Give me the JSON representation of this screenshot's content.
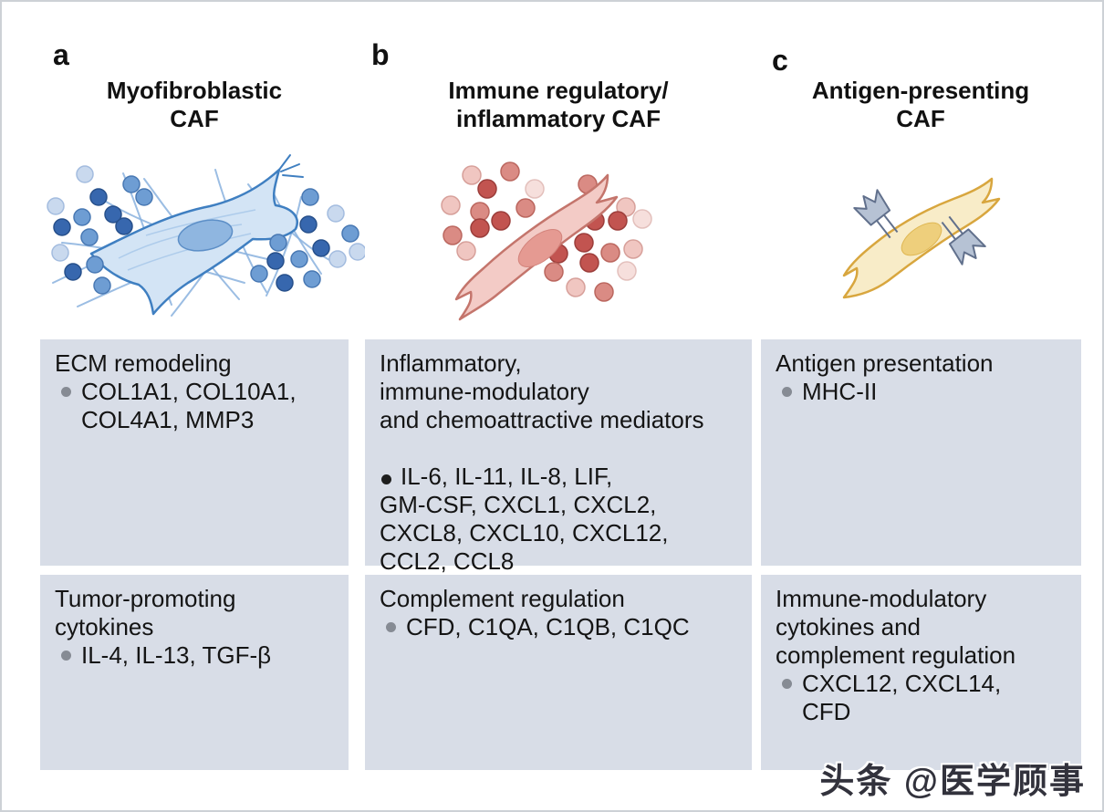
{
  "figure": {
    "panels": [
      {
        "letter": "a",
        "title": "Myofibroblastic\nCAF",
        "boxes": [
          {
            "heading": "ECM remodeling",
            "bullet": "COL1A1, COL10A1,\nCOL4A1, MMP3"
          },
          {
            "heading": "Tumor-promoting\ncytokines",
            "bullet": "IL-4, IL-13, TGF-β"
          }
        ]
      },
      {
        "letter": "b",
        "title": "Immune regulatory/\ninflammatory CAF",
        "boxes": [
          {
            "heading": "Inflammatory,\nimmune-modulatory\nand chemoattractive mediators",
            "bullet": "IL-6, IL-11, IL-8, LIF,\nGM-CSF, CXCL1, CXCL2,\nCXCL8, CXCL10, CXCL12,\nCCL2, CCL8"
          },
          {
            "heading": "Complement regulation",
            "bullet": "CFD, C1QA, C1QB, C1QC"
          }
        ]
      },
      {
        "letter": "c",
        "title": "Antigen-presenting\nCAF",
        "boxes": [
          {
            "heading": "Antigen presentation",
            "bullet": "MHC-II"
          },
          {
            "heading": "Immune-modulatory\ncytokines and\ncomplement regulation",
            "bullet": "CXCL12, CXCL14,\nCFD"
          }
        ]
      }
    ]
  },
  "watermark": {
    "text": "头条 @医学顾事"
  },
  "colors": {
    "box_background": "#d8dde7",
    "text": "#141414",
    "bullet_dot": "#868b94",
    "cell_a_fill": "#d3e4f5",
    "cell_a_outline": "#3f7fc1",
    "cell_b_fill": "#f3cbc6",
    "cell_b_outline": "#c4756c",
    "cell_c_fill": "#f8ecc8",
    "cell_c_outline": "#d8a63e",
    "mhc_molecule": "#b6c2d4"
  }
}
